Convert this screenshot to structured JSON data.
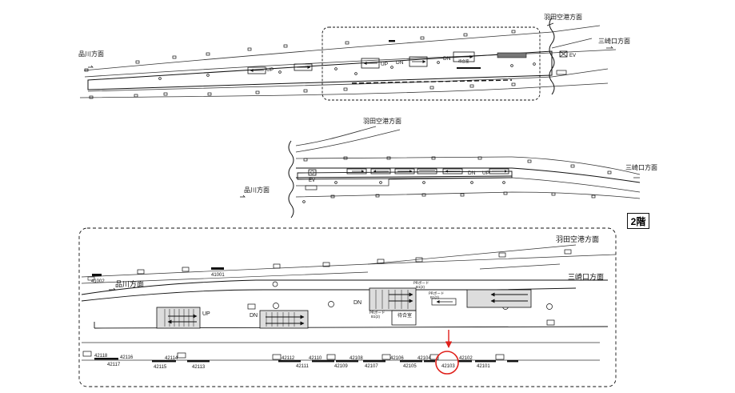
{
  "directions": {
    "haneda": "羽田空港方面",
    "misakiguchi": "三崎口方面",
    "shinagawa": "品川方面"
  },
  "floor_label": "2階",
  "stairs": {
    "up": "UP",
    "dn": "DN"
  },
  "facilities": {
    "ev": "EV",
    "waiting_room": "待合室",
    "waiting_room_small": "待合室",
    "pr_board": "PRボード",
    "pr_board_sub": "B1(2)"
  },
  "marker_colors": {
    "arrow": "#e0201b",
    "circle": "#e0201b"
  },
  "ads": {
    "top_left": [
      "41002",
      "41001"
    ],
    "lower_row_top": [
      "42118",
      "42116",
      "42114",
      "42112",
      "42110",
      "42108",
      "42106",
      "42104",
      "42102"
    ],
    "lower_row_bottom": [
      "42117",
      "42115",
      "42113",
      "42111",
      "42109",
      "42107",
      "42105",
      "42103",
      "42101"
    ]
  },
  "highlight": "42103"
}
